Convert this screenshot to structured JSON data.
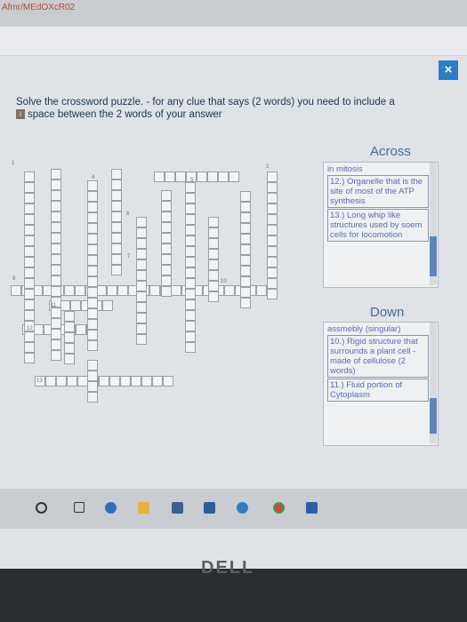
{
  "browser": {
    "url_fragment": "Afmr/MEdOXcR02",
    "close_symbol": "×"
  },
  "instructions": {
    "line1": "Solve the crossword puzzle. - for any clue that says (2 words) you need to include a",
    "line2": "space between the 2 words of your answer"
  },
  "crossword": {
    "numbers": [
      "1",
      "2",
      "4",
      "5",
      "6",
      "7",
      "9",
      "10",
      "11",
      "12",
      "13"
    ]
  },
  "across_panel": {
    "title": "Across",
    "partial_top": "in mitosis",
    "clues": [
      "12.) Organelle that is the site of most of the ATP synthesis",
      "13.) Long whip like structures used by soem cells for locomotion"
    ]
  },
  "down_panel": {
    "title": "Down",
    "partial_top": "assmebly (singular)",
    "clues": [
      "10.) Rigid structure that surrounds a plant cell - made of cellulose (2 words)",
      "11.) Fluid portion of Cytoplasm"
    ]
  },
  "taskbar": {
    "icons": [
      "search-icon",
      "task-view-icon",
      "edge-icon",
      "file-explorer-icon",
      "store-icon",
      "mail-icon",
      "photos-icon",
      "chrome-icon",
      "word-icon"
    ]
  },
  "brand": "DELL"
}
